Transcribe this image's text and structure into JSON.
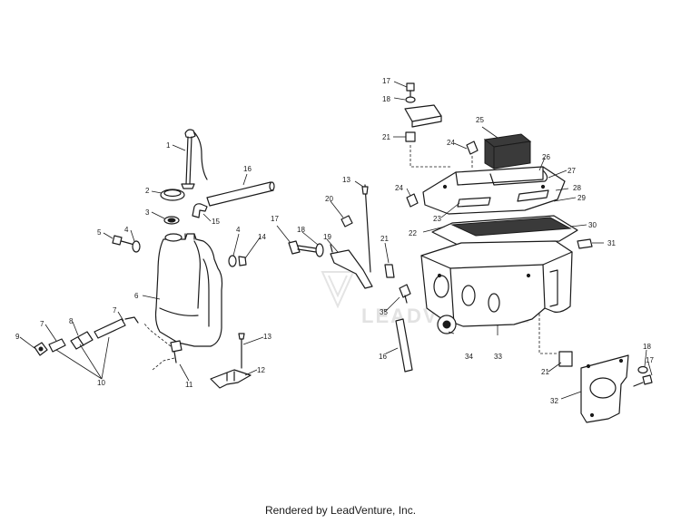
{
  "watermark_text": "LEADVENTURE",
  "footer_text": "Rendered by LeadVenture, Inc.",
  "callouts": {
    "c1": "1",
    "c2": "2",
    "c3": "3",
    "c4a": "4",
    "c4b": "4",
    "c5": "5",
    "c6": "6",
    "c7a": "7",
    "c7b": "7",
    "c8": "8",
    "c9": "9",
    "c10": "10",
    "c11": "11",
    "c12": "12",
    "c13a": "13",
    "c13b": "13",
    "c14": "14",
    "c15": "15",
    "c16a": "16",
    "c16b": "16",
    "c17a": "17",
    "c17b": "17",
    "c17c": "17",
    "c18a": "18",
    "c18b": "18",
    "c18c": "18",
    "c19": "19",
    "c20": "20",
    "c21a": "21",
    "c21b": "21",
    "c21c": "21",
    "c22": "22",
    "c23": "23",
    "c24a": "24",
    "c24b": "24",
    "c25": "25",
    "c26": "26",
    "c27": "27",
    "c28": "28",
    "c29": "29",
    "c30": "30",
    "c31": "31",
    "c32": "32",
    "c33": "33",
    "c34": "34",
    "c35": "35"
  }
}
